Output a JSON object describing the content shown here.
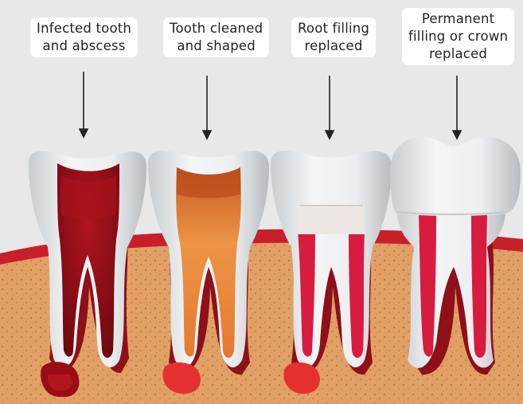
{
  "stages": [
    {
      "lines": [
        "Infected tooth",
        "and abscess"
      ],
      "canal_fill": "infected"
    },
    {
      "lines": [
        "Tooth cleaned",
        "and shaped"
      ],
      "canal_fill": "orange"
    },
    {
      "lines": [
        "Root filling",
        "replaced"
      ],
      "canal_fill": "red"
    },
    {
      "lines": [
        "Permanent",
        "filling or crown",
        "replaced"
      ],
      "canal_fill": "red"
    }
  ],
  "colors": {
    "background": "#e8e8e8",
    "bone": "#e0a066",
    "gum": "#c8202a",
    "tooth": "#eef0f1",
    "infected": "#8a0c14",
    "orange_fill": "#e88a3c",
    "root_filling": "#d81c40"
  }
}
